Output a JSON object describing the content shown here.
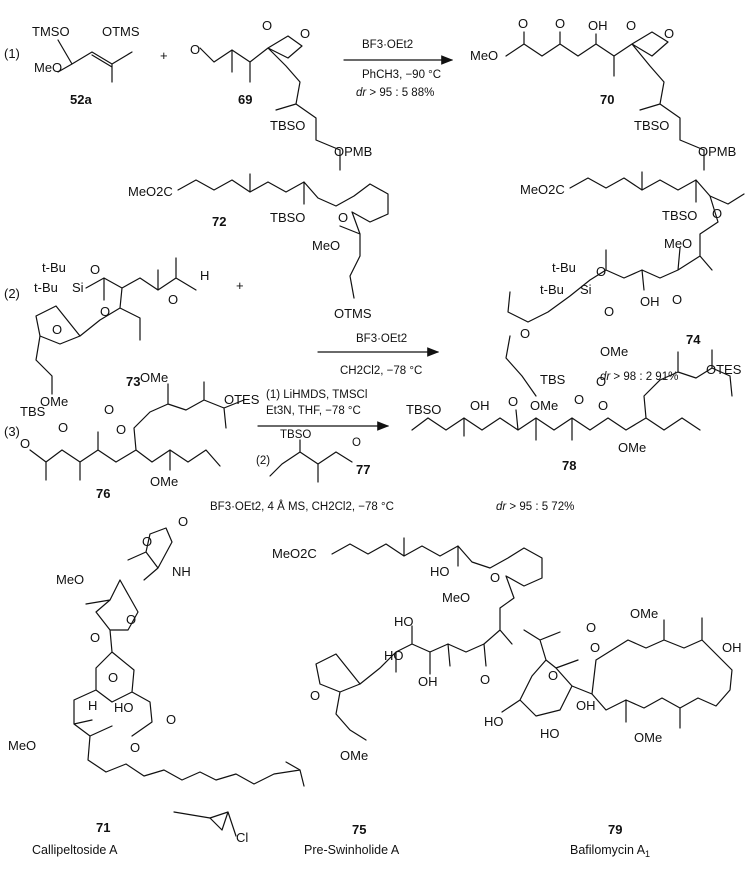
{
  "reactions": [
    {
      "index": "(1)",
      "reactant_a": {
        "id": "52a",
        "labels": {
          "tms1": "TMSO",
          "tms2": "OTMS",
          "meo": "MeO"
        }
      },
      "plus": "+",
      "reactant_b": {
        "id": "69",
        "labels": {
          "o_ald": "O",
          "o1": "O",
          "o2": "O",
          "tbso": "TBSO",
          "opmb": "OPMB"
        }
      },
      "conditions": {
        "reagent": "BF3·OEt2",
        "solvent": "PhCH3, −90 °C",
        "dr_prefix": "dr",
        "dr_value": " > 95 : 5  88%"
      },
      "product": {
        "id": "70",
        "labels": {
          "meo": "MeO",
          "o_est": "O",
          "o_ket": "O",
          "oh": "OH",
          "o1": "O",
          "o2": "O",
          "tbso": "TBSO",
          "opmb": "OPMB"
        }
      }
    },
    {
      "index": "(2)",
      "reactant_a": {
        "id": "73",
        "labels": {
          "tbu1": "t-Bu",
          "tbu2": "t-Bu",
          "si": "Si",
          "o1": "O",
          "o2": "O",
          "h": "H",
          "o_ald": "O",
          "o_ring": "O",
          "ome": "OMe"
        }
      },
      "plus": "+",
      "reactant_b": {
        "id": "72",
        "labels": {
          "meo2c": "MeO2C",
          "tbso": "TBSO",
          "o_ring": "O",
          "meo": "MeO",
          "otms": "OTMS"
        }
      },
      "conditions": {
        "reagent": "BF3·OEt2",
        "solvent": "CH2Cl2, −78 °C"
      },
      "product": {
        "id": "74",
        "dr_prefix": "dr",
        "dr_value": " > 98 : 2  91%",
        "labels": {
          "meo2c": "MeO2C",
          "tbso": "TBSO",
          "o_ring": "O",
          "meo": "MeO",
          "tbu1": "t-Bu",
          "tbu2": "t-Bu",
          "si": "Si",
          "o1": "O",
          "o2": "O",
          "oh": "OH",
          "o_ket": "O",
          "o_ring2": "O",
          "ome": "OMe"
        }
      }
    },
    {
      "index": "(3)",
      "reactant_a": {
        "id": "76",
        "labels": {
          "ome_top": "OMe",
          "otes": "OTES",
          "tbs": "TBS",
          "o_tbs": "O",
          "o_ket": "O",
          "o_lac1": "O",
          "o_lac2": "O",
          "ome_bot": "OMe"
        }
      },
      "conditions": {
        "step1_line1": "(1) LiHMDS, TMSCl",
        "step1_line2": "Et3N, THF, −78 °C",
        "step2_label": "(2)",
        "reagent_tbso": "TBSO",
        "reagent_o": "O",
        "reagent_id": "77",
        "step2_line": "BF3·OEt2, 4 Å MS, CH2Cl2, −78 °C"
      },
      "product": {
        "id": "78",
        "dr_prefix": "dr",
        "dr_value": " > 95 : 5 72%",
        "labels": {
          "tbso": "TBSO",
          "oh": "OH",
          "o_ket": "O",
          "tbs": "TBS",
          "o_tbs": "O",
          "ome_top": "OMe",
          "otes": "OTES",
          "o_lac1": "O",
          "o_lac2": "O",
          "ome_bot": "OMe"
        }
      }
    }
  ],
  "natural_products": [
    {
      "id": "71",
      "name": "Callipeltoside A",
      "labels": {
        "o_top": "O",
        "o_carb": "O",
        "nh": "NH",
        "meo": "MeO",
        "o_sug": "O",
        "o_link": "O",
        "o_ring": "O",
        "h": "H",
        "ho": "HO",
        "meo2": "MeO",
        "o_lac": "O",
        "o_lac2": "O",
        "cl": "Cl"
      }
    },
    {
      "id": "75",
      "name": "Pre-Swinholide A",
      "labels": {
        "meo2c": "MeO2C",
        "o_ring": "O",
        "ho": "HO",
        "meo": "MeO",
        "ho1": "HO",
        "ho2": "HO",
        "oh": "OH",
        "o_ket": "O",
        "o_ring2": "O",
        "ome": "OMe"
      }
    },
    {
      "id": "79",
      "name": "Bafilomycin A",
      "name_sub": "1",
      "labels": {
        "ome": "OMe",
        "oh_top": "OH",
        "o_lac1": "O",
        "o_lac2": "O",
        "o_ring": "O",
        "ho": "HO",
        "ho2": "HO",
        "oh": "OH",
        "ome2": "OMe"
      }
    }
  ]
}
